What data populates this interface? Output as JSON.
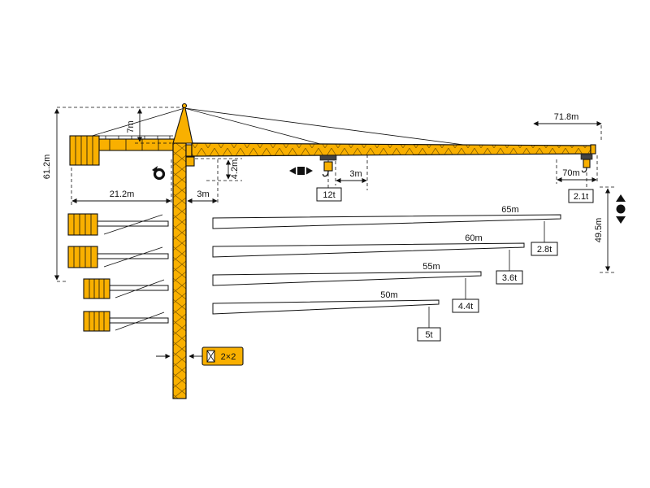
{
  "diagram": {
    "type": "tower-crane-specification-diagram",
    "colors": {
      "crane_yellow": "#F9B000",
      "line": "#111111",
      "background": "#FFFFFF"
    },
    "dims": {
      "total_height": "61.2m",
      "tower_head_height": "7m",
      "counter_jib_length": "21.2m",
      "pivot_offset": "3m",
      "jib_root_height": "4.2m",
      "min_radius": "3m",
      "max_jib_length": "71.8m",
      "max_radius": "70m",
      "hook_height": "49.5m"
    },
    "loads": {
      "max_capacity": "12t",
      "tip_load": "2.1t"
    },
    "mast_section": "2×2",
    "jib_options": [
      {
        "length": "65m",
        "tip_load": "2.8t"
      },
      {
        "length": "60m",
        "tip_load": "3.6t"
      },
      {
        "length": "55m",
        "tip_load": "4.4t"
      },
      {
        "length": "50m",
        "tip_load": "5t"
      }
    ],
    "icons": {
      "slewing": "slewing-rotation-icon",
      "trolley": "trolley-travel-icon",
      "hoist": "hoist-up-down-icon"
    }
  }
}
